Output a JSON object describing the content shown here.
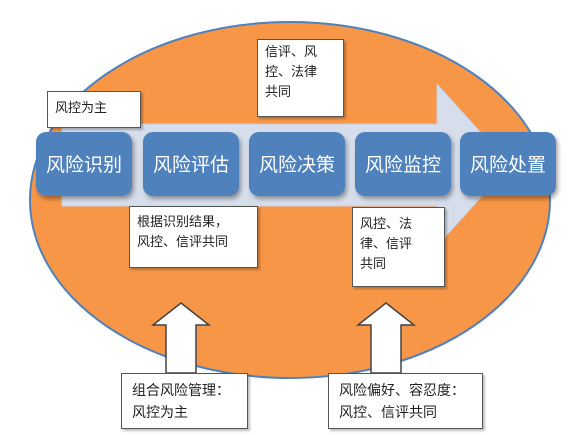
{
  "colors": {
    "ellipse_fill": "#F79646",
    "ellipse_stroke": "#4F81BD",
    "step_fill": "#4F81BD",
    "step_text": "#FFFFFF",
    "arrow_fill": "#D6DEEC",
    "note_border": "#555555"
  },
  "steps": [
    "风险识别",
    "风险评估",
    "风险决策",
    "风险监控",
    "风险处置"
  ],
  "notes": {
    "identify": "风控为主",
    "decision": "信评、风\n控、法律\n共同",
    "assess": "根据识别结果，\n风控、信评共同",
    "monitor": "风控、法\n律、信评\n共同",
    "portfolio": "组合风险管理：\n风控为主",
    "appetite": "风险偏好、容忍度：\n风控、信评共同"
  },
  "icons": [
    "process-arrow-icon",
    "up-arrow-icon"
  ]
}
